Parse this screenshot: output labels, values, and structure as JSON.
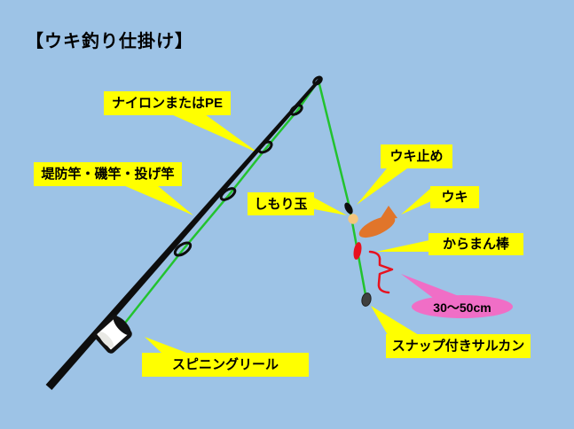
{
  "title": "【ウキ釣り仕掛け】",
  "labels": {
    "line": "ナイロンまたはPE",
    "rod": "堤防竿・磯竿・投げ竿",
    "float_stopper": "ウキ止め",
    "float": "ウキ",
    "shimori_ball": "しもり玉",
    "karaman_bar": "からまん棒",
    "snap_swivel": "スナップ付きサルカン",
    "reel": "スピニングリール",
    "distance": "30〜50cm"
  },
  "colors": {
    "background": "#9DC3E6",
    "label_background": "#FFFF00",
    "label_text": "#000000",
    "fishing_line": "#22C32E",
    "rod": "#0D0D0D",
    "float_body": "#E1752A",
    "shimori_ball": "#F4C67D",
    "karaman_bar": "#E8111E",
    "distance_bracket": "#E8111E",
    "snap_swivel": "#3F3F3F",
    "distance_bubble": "#F06EC6",
    "reel_body": "#FFFFFF"
  }
}
